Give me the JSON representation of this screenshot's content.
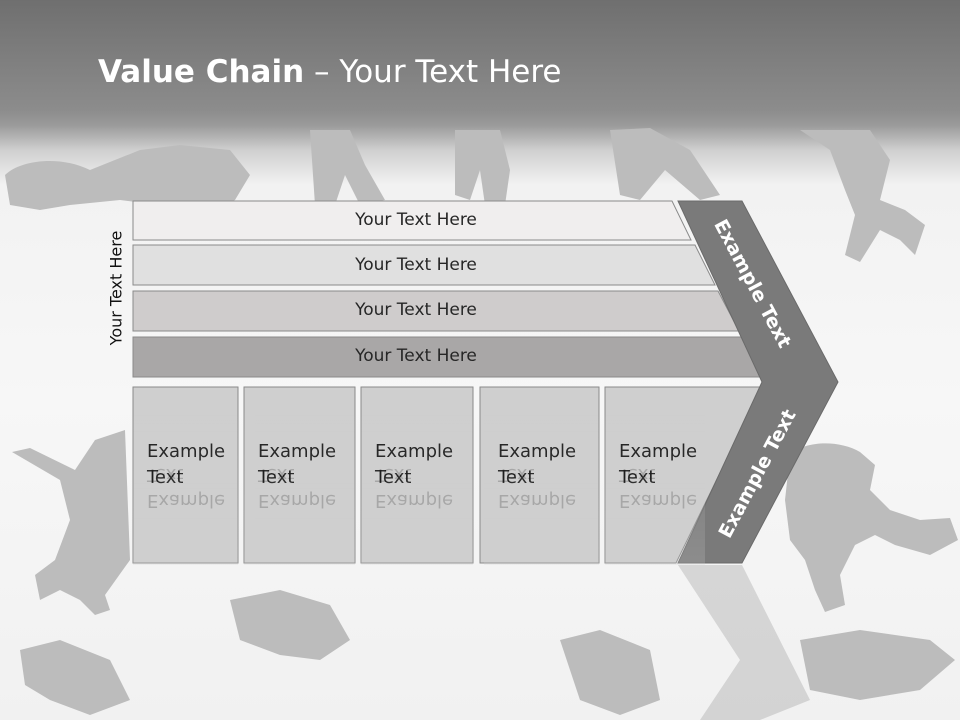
{
  "title": {
    "bold": "Value Chain",
    "rest": " – Your Text Here"
  },
  "side_label": "Your Text Here",
  "bars": [
    {
      "label": "Your Text Here",
      "fill": "#f0eeee"
    },
    {
      "label": "Your Text Here",
      "fill": "#e0e0e0"
    },
    {
      "label": "Your Text Here",
      "fill": "#cfcccc"
    },
    {
      "label": "Your Text Here",
      "fill": "#a9a7a7"
    }
  ],
  "boxes": [
    {
      "text": "Example\nText"
    },
    {
      "text": "Example\nText"
    },
    {
      "text": "Example\nText"
    },
    {
      "text": "Example\nText"
    },
    {
      "text": "Example\nText"
    }
  ],
  "chevron": {
    "upper_text": "Example Text",
    "lower_text": "Example Text",
    "fill": "#7a7a7a"
  },
  "colors": {
    "box_fill": "#cfcfcf",
    "box_stroke": "#8a8a8a"
  }
}
